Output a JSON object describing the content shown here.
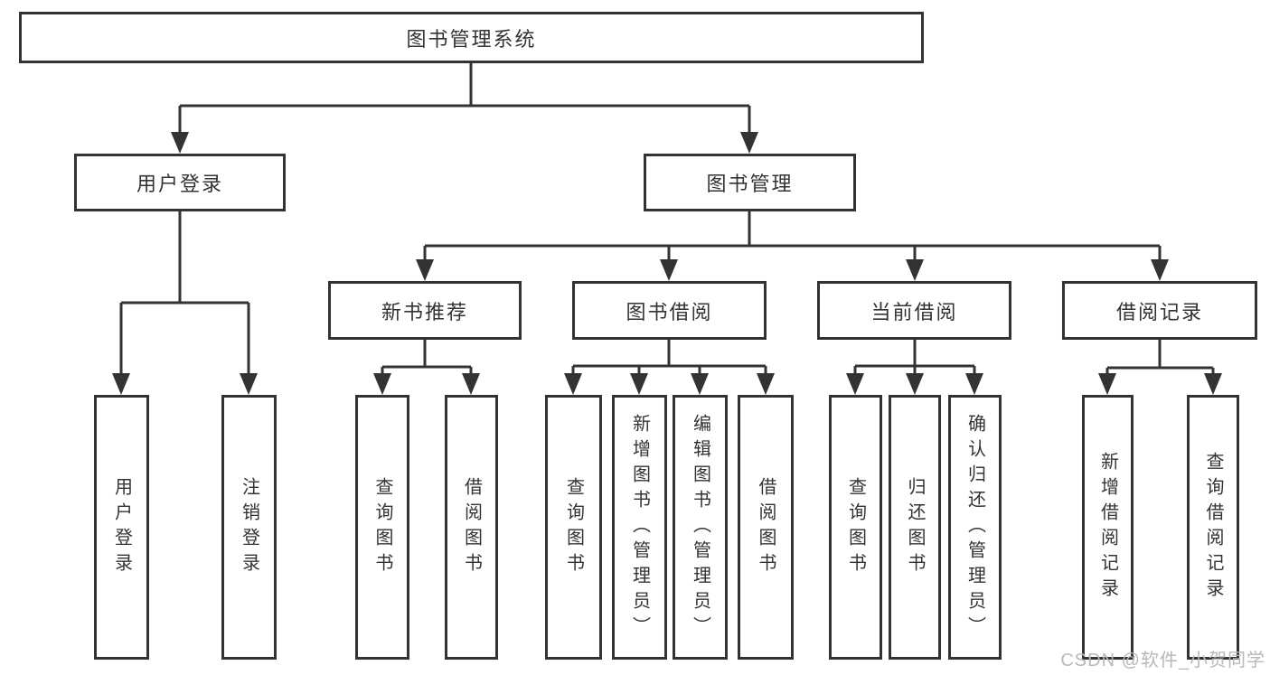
{
  "page": {
    "background": "#ffffff"
  },
  "colors": {
    "line": "#333333",
    "box_border": "#333333",
    "box_fill": "#ffffff",
    "text": "#333333",
    "watermark_text_color": "#b8b8b8"
  },
  "watermark": {
    "text": "CSDN @软件_小贺同学"
  },
  "tree": {
    "root": {
      "label": "图书管理系统",
      "children": [
        {
          "label": "用户登录",
          "children": [
            {
              "label": "用户登录"
            },
            {
              "label": "注销登录"
            }
          ]
        },
        {
          "label": "图书管理",
          "children": [
            {
              "label": "新书推荐",
              "children": [
                {
                  "label": "查询图书"
                },
                {
                  "label": "借阅图书"
                }
              ]
            },
            {
              "label": "图书借阅",
              "children": [
                {
                  "label": "查询图书"
                },
                {
                  "label": "新增图书（管理员）"
                },
                {
                  "label": "编辑图书（管理员）"
                },
                {
                  "label": "借阅图书"
                }
              ]
            },
            {
              "label": "当前借阅",
              "children": [
                {
                  "label": "查询图书"
                },
                {
                  "label": "归还图书"
                },
                {
                  "label": "确认归还（管理员）"
                }
              ]
            },
            {
              "label": "借阅记录",
              "children": [
                {
                  "label": "新增借阅记录"
                },
                {
                  "label": "查询借阅记录"
                }
              ]
            }
          ]
        }
      ]
    }
  }
}
